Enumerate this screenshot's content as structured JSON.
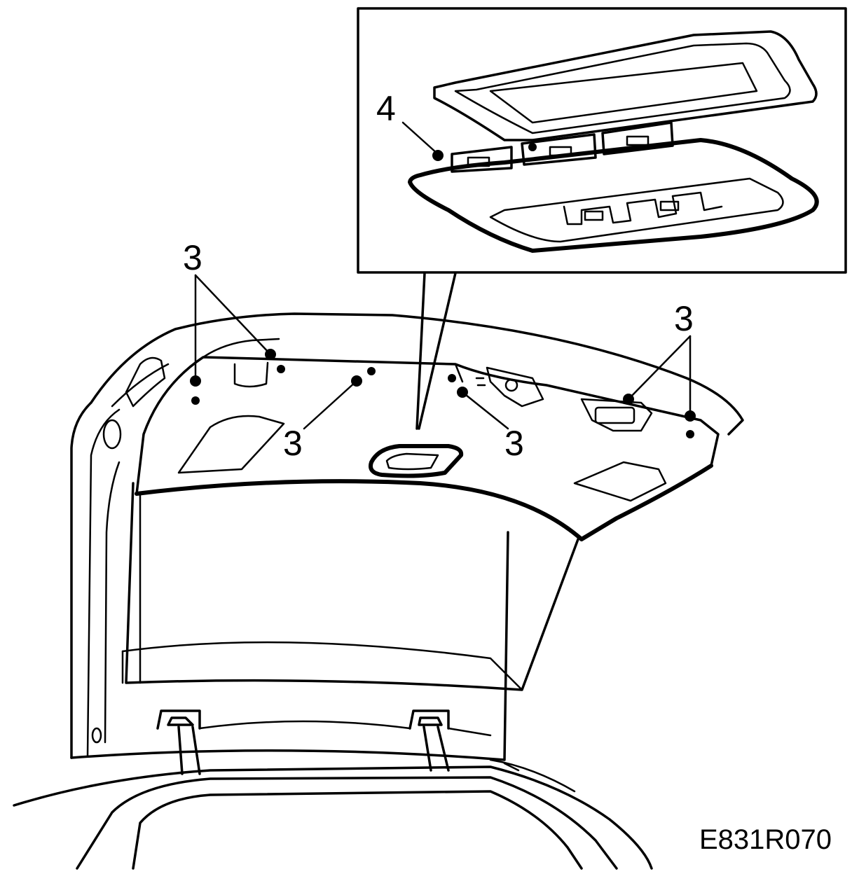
{
  "callouts": {
    "screw_upper_left": "3",
    "screw_center_left": "3",
    "screw_center_right": "3",
    "screw_upper_right": "3",
    "lamp_clip": "4"
  },
  "figure_code": "E831R070",
  "colors": {
    "line": "#000000",
    "background": "#ffffff"
  }
}
